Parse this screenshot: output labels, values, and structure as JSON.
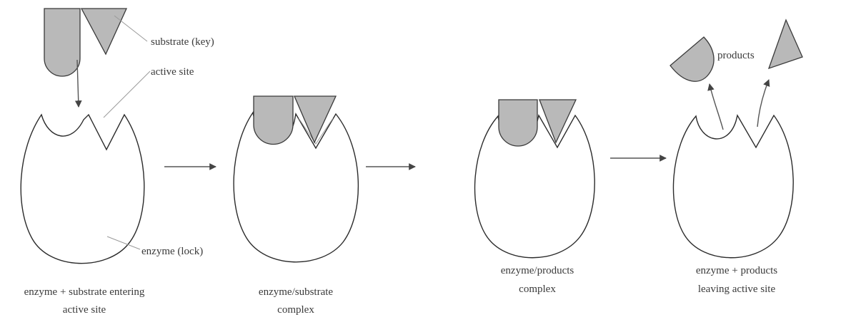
{
  "labels": {
    "substrate": "substrate (key)",
    "active_site": "active site",
    "enzyme": "enzyme (lock)",
    "products": "products"
  },
  "captions": {
    "stage1_line1": "enzyme + substrate entering",
    "stage1_line2": "active site",
    "stage2_line1": "enzyme/substrate",
    "stage2_line2": "complex",
    "stage3_line1": "enzyme/products",
    "stage3_line2": "complex",
    "stage4_line1": "enzyme + products",
    "stage4_line2": "leaving active site"
  },
  "colors": {
    "substrate_fill": "#b9b9b9",
    "outline": "#2b2b2b",
    "leader_line": "#9a9a9a"
  }
}
